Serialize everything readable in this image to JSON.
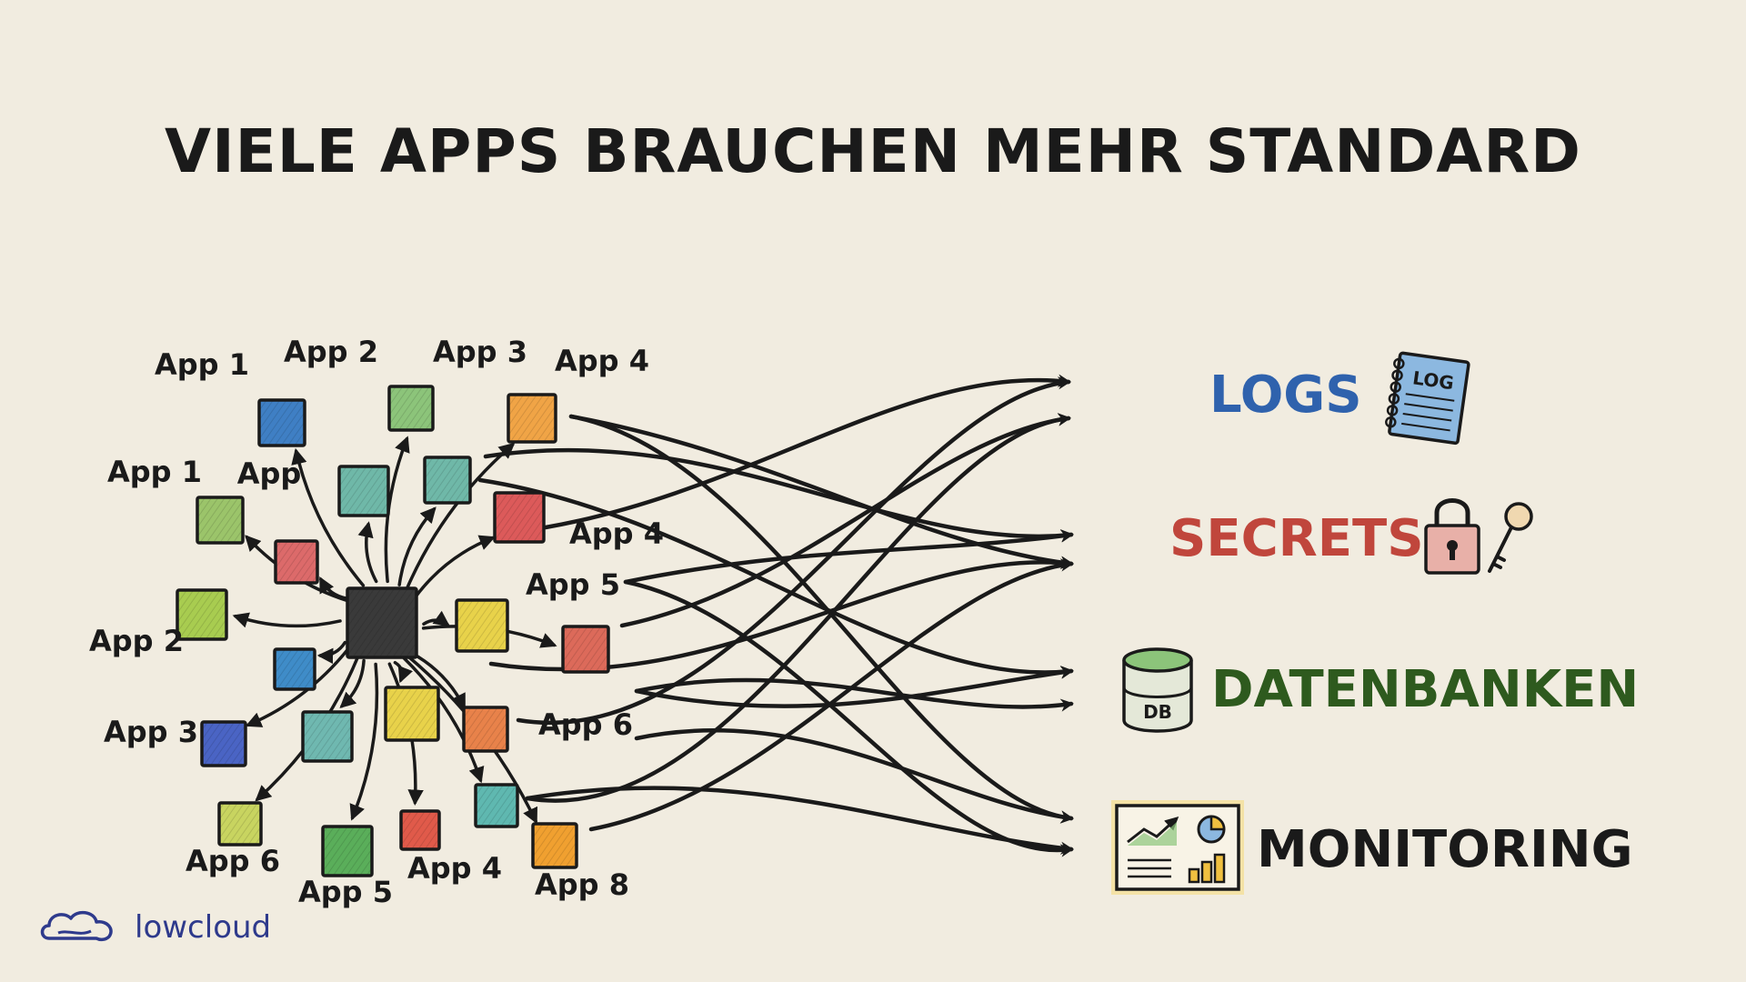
{
  "title": "VIELE APPS BRAUCHEN MEHR STANDARD",
  "nodes": [
    {
      "label": "App 1",
      "color": "#3f7fc4"
    },
    {
      "label": "App 2",
      "color": "#8cc47a"
    },
    {
      "label": "App 3",
      "color": "#f0a446"
    },
    {
      "label": "App 4",
      "color": "#f0a446"
    },
    {
      "label": "App 1",
      "color": "#9bc46a"
    },
    {
      "label": "App",
      "color": "#dc6a6a"
    },
    {
      "label": "App 4",
      "color": "#dc5a5a"
    },
    {
      "label": "App 5",
      "color": "#e8d24a"
    },
    {
      "label": "App 2",
      "color": "#a8cc50"
    },
    {
      "label": "App 3",
      "color": "#4a64c4"
    },
    {
      "label": "App 6",
      "color": "#e8824a"
    },
    {
      "label": "App 6",
      "color": "#c8d460"
    },
    {
      "label": "App 5",
      "color": "#5aae5a"
    },
    {
      "label": "App 4",
      "color": "#e05a4a"
    },
    {
      "label": "App 8",
      "color": "#f0a030"
    }
  ],
  "categories": [
    {
      "label": "LOGS",
      "color": "#2f62ad",
      "icon": "notebook-log-icon",
      "icon_text": "LOG"
    },
    {
      "label": "SECRETS",
      "color": "#c0463c",
      "icon": "padlock-key-icon"
    },
    {
      "label": "DATENBANKEN",
      "color": "#2e5a1e",
      "icon": "database-icon",
      "icon_text": "DB"
    },
    {
      "label": "MONITORING",
      "color": "#1a1a1a",
      "icon": "dashboard-chart-icon"
    }
  ],
  "brand": {
    "name": "lowcloud",
    "color": "#2e3a8c"
  }
}
